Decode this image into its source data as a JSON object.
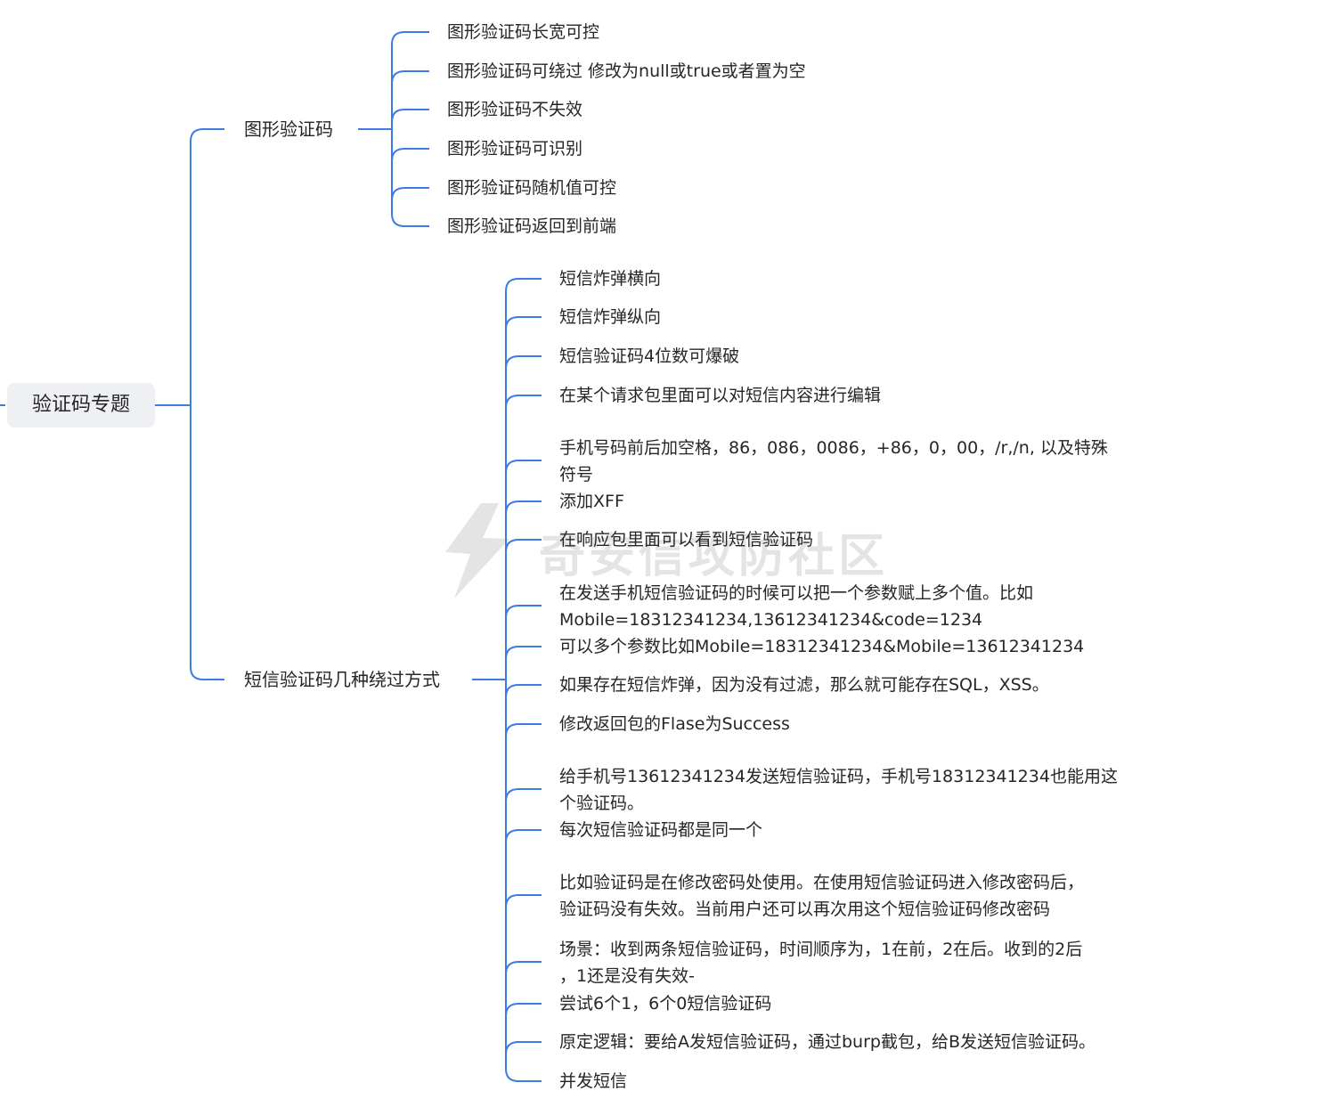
{
  "root": {
    "label": "验证码专题"
  },
  "branches": [
    {
      "label": "图形验证码",
      "children": [
        [
          "图形验证码长宽可控"
        ],
        [
          "图形验证码可绕过 修改为null或true或者置为空"
        ],
        [
          "图形验证码不失效"
        ],
        [
          "图形验证码可识别"
        ],
        [
          "图形验证码随机值可控"
        ],
        [
          "图形验证码返回到前端"
        ]
      ]
    },
    {
      "label": "短信验证码几种绕过方式",
      "children": [
        [
          "短信炸弹横向"
        ],
        [
          "短信炸弹纵向"
        ],
        [
          "短信验证码4位数可爆破"
        ],
        [
          "在某个请求包里面可以对短信内容进行编辑"
        ],
        [
          "手机号码前后加空格，86，086，0086，+86，0，00，/r,/n, 以及特殊",
          "符号"
        ],
        [
          "添加XFF"
        ],
        [
          "在响应包里面可以看到短信验证码"
        ],
        [
          "在发送手机短信验证码的时候可以把一个参数赋上多个值。比如",
          "Mobile=18312341234,13612341234&code=1234"
        ],
        [
          "可以多个参数比如Mobile=18312341234&Mobile=13612341234"
        ],
        [
          "如果存在短信炸弹，因为没有过滤，那么就可能存在SQL，XSS。"
        ],
        [
          "修改返回包的Flase为Success"
        ],
        [
          "给手机号13612341234发送短信验证码，手机号18312341234也能用这",
          "个验证码。"
        ],
        [
          "每次短信验证码都是同一个"
        ],
        [
          "比如验证码是在修改密码处使用。在使用短信验证码进入修改密码后，",
          "验证码没有失效。当前用户还可以再次用这个短信验证码修改密码"
        ],
        [
          "场景：收到两条短信验证码，时间顺序为，1在前，2在后。收到的2后",
          "，1还是没有失效-"
        ],
        [
          "尝试6个1，6个0短信验证码"
        ],
        [
          "原定逻辑：要给A发短信验证码，通过burp截包，给B发送短信验证码。"
        ],
        [
          "并发短信"
        ]
      ]
    }
  ],
  "watermark": {
    "text": "奇安信攻防社区",
    "logo": "lightning-logo"
  },
  "colors": {
    "line": "#3d7be6",
    "text": "#262626",
    "root_bg": "#eef0f3"
  }
}
